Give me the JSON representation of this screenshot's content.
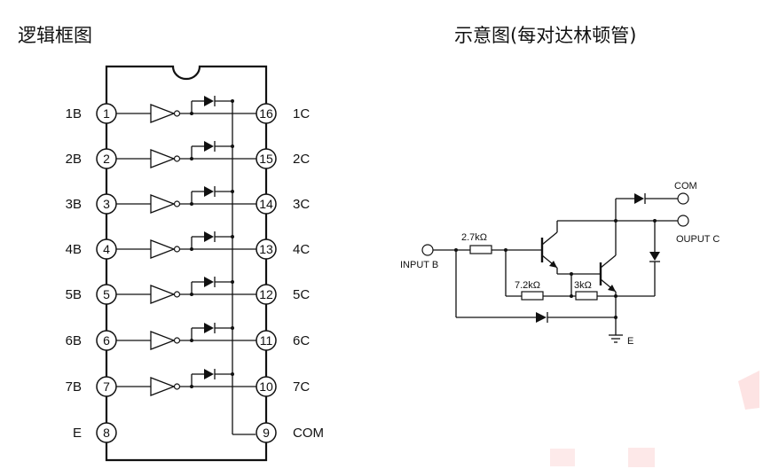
{
  "left_title": "逻辑框图",
  "right_title": "示意图(每对达林顿管)",
  "left_pins": [
    {
      "label": "1B",
      "num": "1"
    },
    {
      "label": "2B",
      "num": "2"
    },
    {
      "label": "3B",
      "num": "3"
    },
    {
      "label": "4B",
      "num": "4"
    },
    {
      "label": "5B",
      "num": "5"
    },
    {
      "label": "6B",
      "num": "6"
    },
    {
      "label": "7B",
      "num": "7"
    },
    {
      "label": "E",
      "num": "8"
    }
  ],
  "right_pins": [
    {
      "label": "1C",
      "num": "16"
    },
    {
      "label": "2C",
      "num": "15"
    },
    {
      "label": "3C",
      "num": "14"
    },
    {
      "label": "4C",
      "num": "13"
    },
    {
      "label": "5C",
      "num": "12"
    },
    {
      "label": "6C",
      "num": "11"
    },
    {
      "label": "7C",
      "num": "10"
    },
    {
      "label": "COM",
      "num": "9"
    }
  ],
  "schematic": {
    "input_label": "INPUT B",
    "com_label": "COM",
    "output_label": "OUPUT C",
    "ground_label": "E",
    "r1": "2.7kΩ",
    "r2": "7.2kΩ",
    "r3": "3kΩ"
  }
}
